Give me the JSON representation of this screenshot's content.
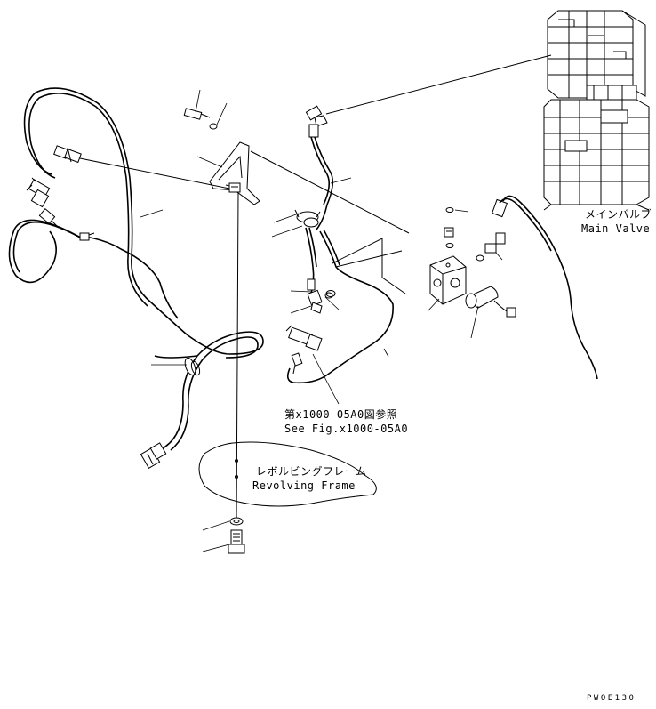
{
  "labels": {
    "main_valve_jp": "メインバルブ",
    "main_valve_en": "Main Valve",
    "see_fig_jp": "第x1000-05A0図参照",
    "see_fig_en": "See Fig.x1000-05A0",
    "revolving_frame_jp": "レボルビングフレーム",
    "revolving_frame_en": "Revolving Frame",
    "drawing_code": "PWOE130"
  }
}
